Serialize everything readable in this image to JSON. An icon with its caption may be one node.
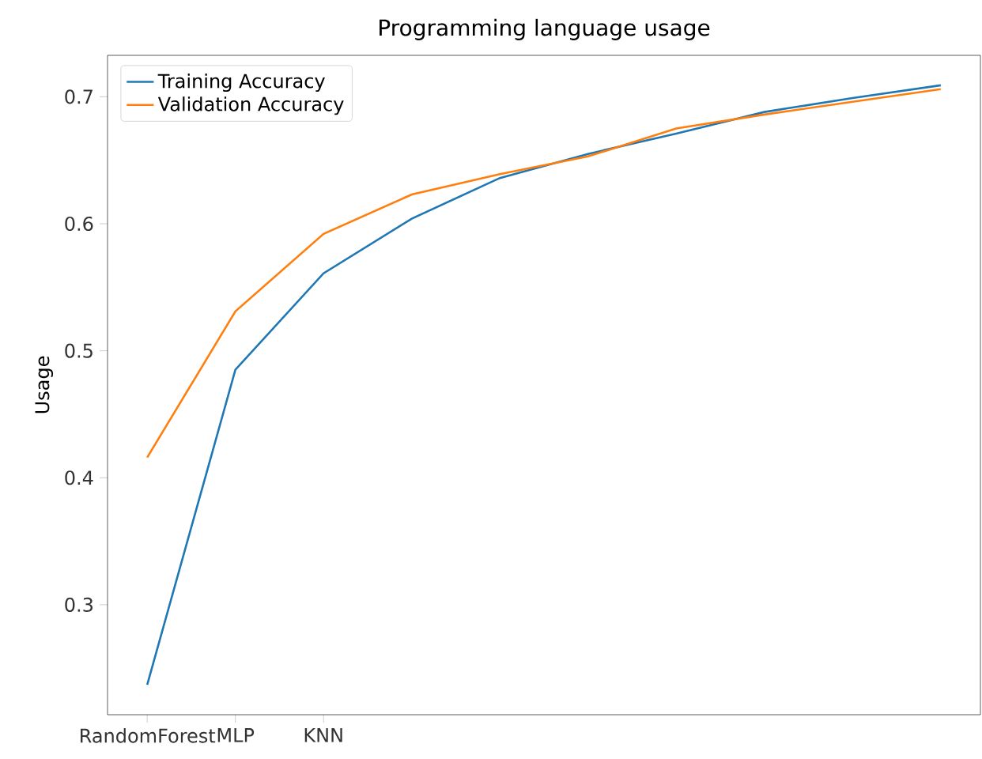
{
  "diagram": {
    "chart_data": {
      "type": "line",
      "title": "Programming language usage",
      "ylabel": "Usage",
      "categories": [
        "RandomForest",
        "MLP",
        "KNN",
        null,
        null,
        null,
        null,
        null,
        null,
        null
      ],
      "series": [
        {
          "name": "Training Accuracy",
          "color": "#1f77b4",
          "values": [
            0.237,
            0.485,
            0.561,
            0.604,
            0.636,
            0.655,
            0.671,
            0.688,
            0.699,
            0.709
          ]
        },
        {
          "name": "Validation Accuracy",
          "color": "#ff7f0e",
          "values": [
            0.416,
            0.531,
            0.592,
            0.623,
            0.639,
            0.653,
            0.675,
            0.686,
            0.696,
            0.706
          ]
        }
      ],
      "legend": true,
      "ylim": [
        0.2134,
        0.7326
      ],
      "yticks": [
        0.3,
        0.4,
        0.5,
        0.6,
        0.7
      ]
    }
  }
}
